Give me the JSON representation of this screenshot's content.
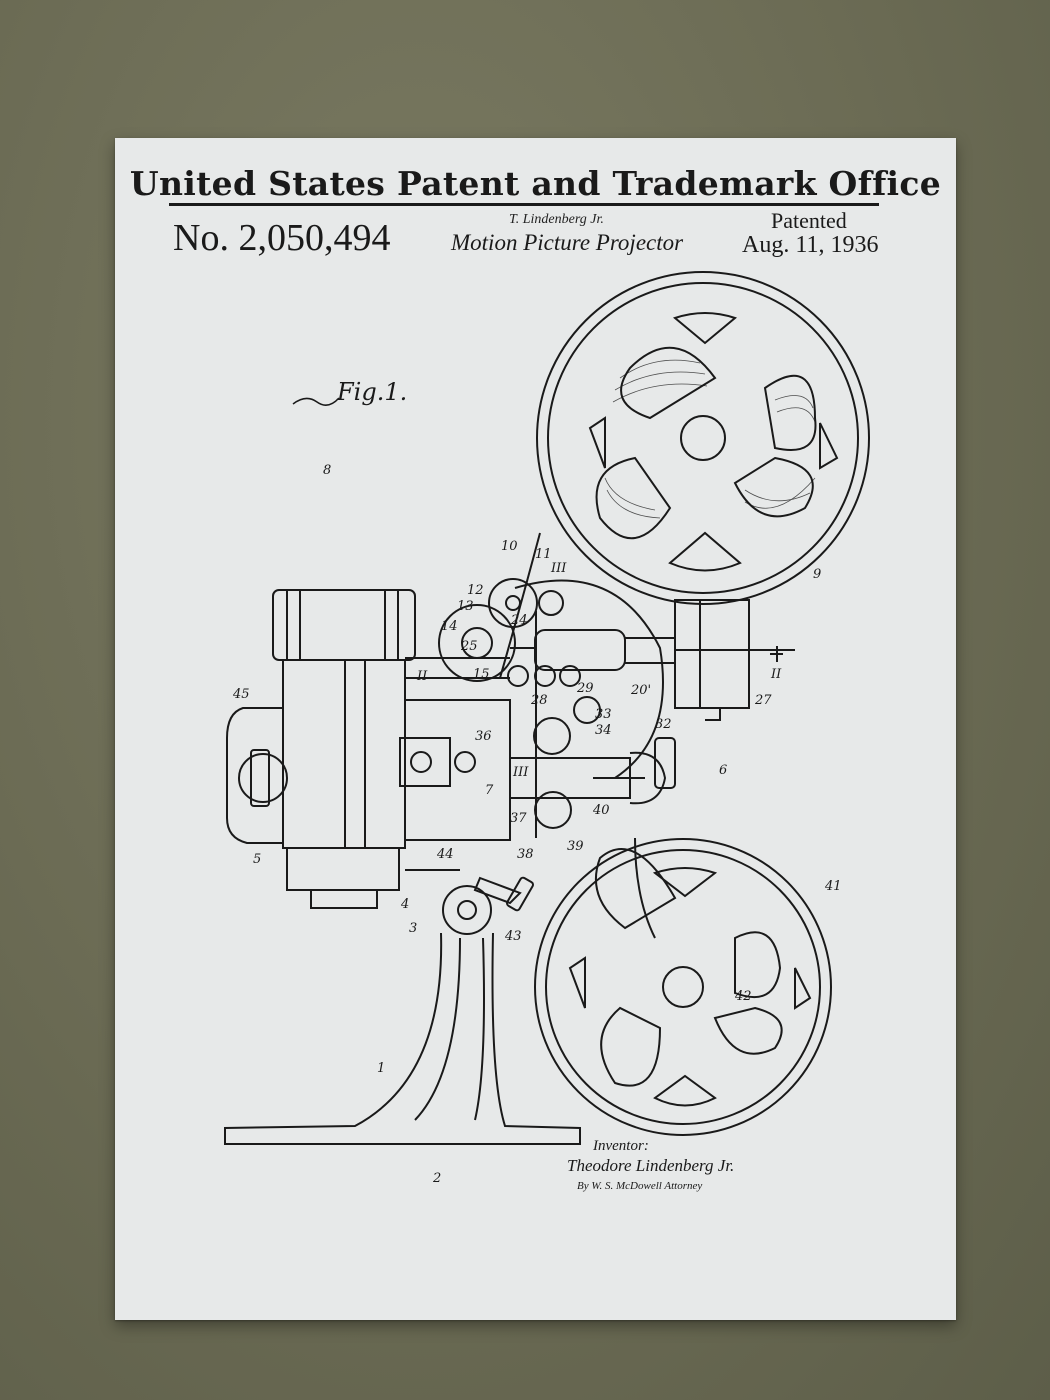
{
  "header": {
    "office": "United States Patent and Trademark Office",
    "patent_number": "No. 2,050,494",
    "inventor_short": "T. Lindenberg Jr.",
    "title": "Motion Picture Projector",
    "patented_label": "Patented",
    "patented_date": "Aug. 11, 1936"
  },
  "figure": {
    "label": "Fig.1.",
    "reference_numbers": [
      "1",
      "2",
      "3",
      "4",
      "5",
      "6",
      "7",
      "8",
      "9",
      "10",
      "11",
      "12",
      "13",
      "14",
      "15",
      "20",
      "24",
      "25",
      "27",
      "28",
      "29",
      "32",
      "33",
      "34",
      "36",
      "37",
      "38",
      "39",
      "40",
      "41",
      "42",
      "43",
      "44",
      "45",
      "III",
      "II"
    ]
  },
  "signature": {
    "inventor_label": "Inventor:",
    "inventor_name": "Theodore Lindenberg Jr.",
    "attorney_line": "By W. S. McDowell Attorney"
  },
  "colors": {
    "card": "#e7e9e9",
    "ink": "#1a1a1a",
    "background": "#6b6b54"
  }
}
